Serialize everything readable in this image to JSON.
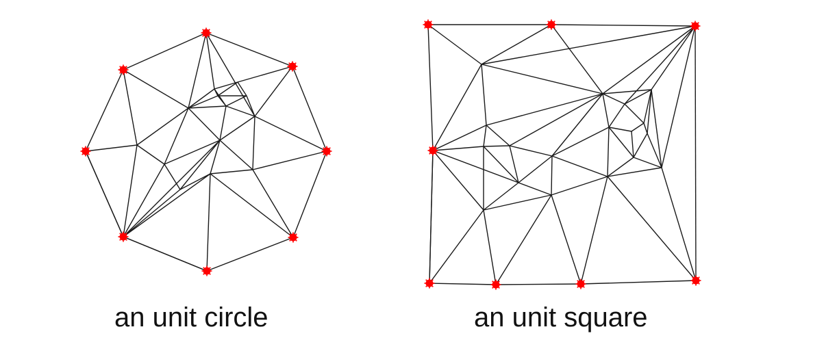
{
  "captions": {
    "circle": "an unit circle",
    "square": "an unit square"
  },
  "colors": {
    "edge": "#1a1a1a",
    "boundary_node": "#ff0000",
    "background": "#ffffff",
    "caption_text": "#111111"
  },
  "meshes": [
    {
      "id": "circle",
      "description_shape": "octagon",
      "boundary_node_count": 8
    },
    {
      "id": "square",
      "description_shape": "square",
      "boundary_node_count": 8
    }
  ]
}
